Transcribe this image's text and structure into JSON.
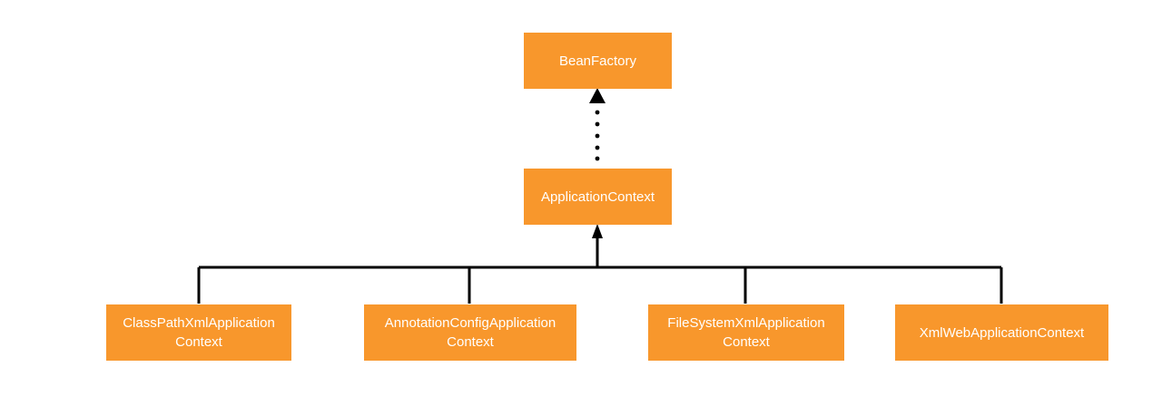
{
  "diagram": {
    "colors": {
      "node_fill": "#F8972C",
      "node_text": "#FFFFFF",
      "edge": "#000000",
      "background": "#FFFFFF"
    },
    "nodes": {
      "bean_factory": {
        "label": "BeanFactory"
      },
      "application_context": {
        "label": "ApplicationContext"
      },
      "classpath_xml_ctx": {
        "label": "ClassPathXmlApplication\nContext"
      },
      "annotation_config_ctx": {
        "label": "AnnotationConfigApplication\nContext"
      },
      "filesystem_xml_ctx": {
        "label": "FileSystemXmlApplication\nContext"
      },
      "xml_web_ctx": {
        "label": "XmlWebApplicationContext"
      }
    },
    "edges": [
      {
        "from": "application_context",
        "to": "bean_factory",
        "style": "dotted",
        "arrow": "triangle"
      },
      {
        "from": "classpath_xml_ctx",
        "to": "application_context",
        "style": "solid",
        "arrow": "triangle"
      },
      {
        "from": "annotation_config_ctx",
        "to": "application_context",
        "style": "solid",
        "arrow": "triangle"
      },
      {
        "from": "filesystem_xml_ctx",
        "to": "application_context",
        "style": "solid",
        "arrow": "triangle"
      },
      {
        "from": "xml_web_ctx",
        "to": "application_context",
        "style": "solid",
        "arrow": "triangle"
      }
    ]
  }
}
